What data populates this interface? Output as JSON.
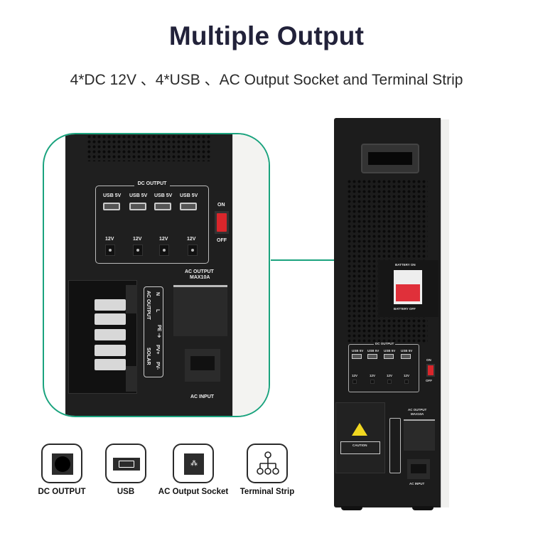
{
  "header": {
    "title": "Multiple Output",
    "subtitle": "4*DC 12V 、4*USB 、AC Output Socket and Terminal Strip"
  },
  "colors": {
    "accent_green": "#1aa37e",
    "title": "#22223a",
    "device_body": "#1c1c1c",
    "switch_red": "#d9262b",
    "warning_yellow": "#f2d820"
  },
  "zoom_panel": {
    "dc_output_title": "DC OUTPUT",
    "usb_labels": [
      "USB 5V",
      "USB 5V",
      "USB 5V",
      "USB 5V"
    ],
    "dc_labels": [
      "12V",
      "12V",
      "12V",
      "12V"
    ],
    "switch_on": "ON",
    "switch_off": "OFF",
    "ac_output_title": "AC OUTPUT",
    "ac_output_max": "MAX10A",
    "terminal_group_ac": "AC OUTPUT",
    "terminal_group_solar": "SOLAR",
    "terminal_labels": [
      "N",
      "L",
      "PE ⏚",
      "PV+",
      "PV-"
    ],
    "ac_input": "AC INPUT"
  },
  "device": {
    "battery_on": "BATTERY ON",
    "battery_off": "BATTERY OFF",
    "dc_output_title": "DC OUTPUT",
    "usb_labels": [
      "USB 5V",
      "USB 5V",
      "USB 5V",
      "USB 5V"
    ],
    "dc_labels": [
      "12V",
      "12V",
      "12V",
      "12V"
    ],
    "switch_on": "ON",
    "switch_off": "OFF",
    "ac_output_title": "AC OUTPUT",
    "ac_output_max": "MAX10A",
    "caution": "CAUTION",
    "ac_input": "AC INPUT"
  },
  "features": [
    {
      "label": "DC OUTPUT",
      "icon": "dc-jack-icon"
    },
    {
      "label": "USB",
      "icon": "usb-port-icon"
    },
    {
      "label": "AC Output Socket",
      "icon": "ac-socket-icon"
    },
    {
      "label": "Terminal Strip",
      "icon": "terminal-strip-icon"
    }
  ]
}
